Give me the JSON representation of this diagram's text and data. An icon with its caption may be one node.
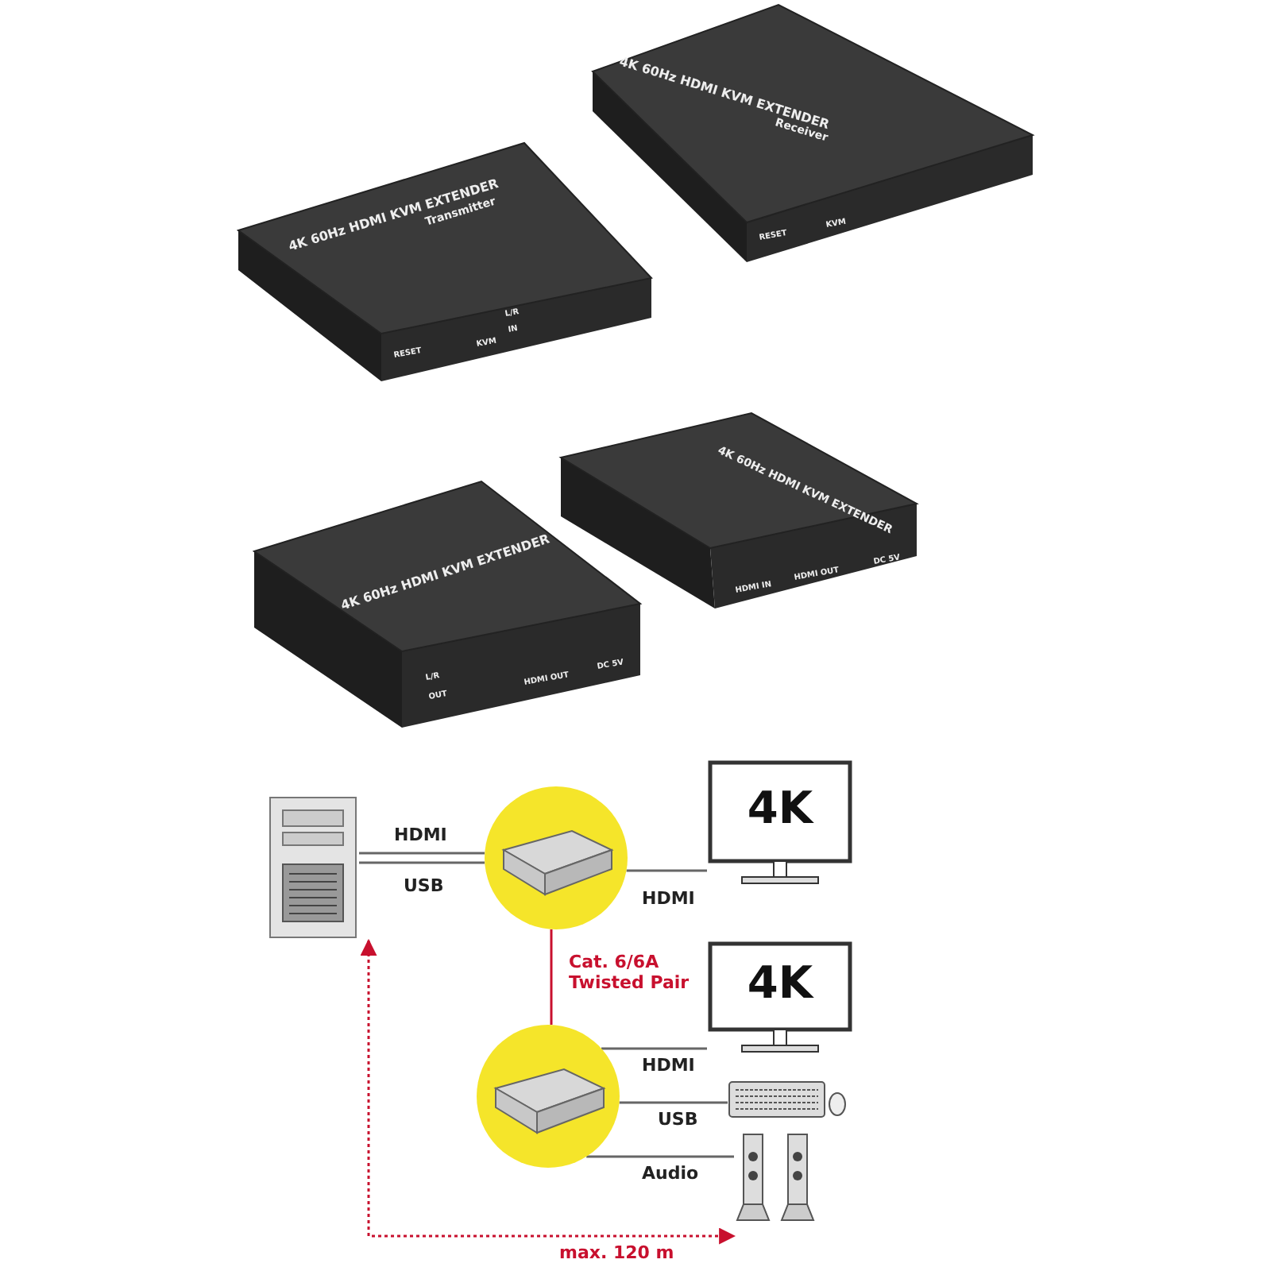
{
  "diagram": {
    "nodes": [
      {
        "text": [],
        "shape": "picture"
      },
      {
        "text": [],
        "shape": "picture"
      },
      {
        "text": [
          "4K"
        ]
      },
      {
        "text": [],
        "shape": "picture"
      },
      {
        "text": [
          "4K"
        ]
      },
      {
        "text": [],
        "shape": "picture"
      },
      {
        "text": [],
        "shape": "picture"
      }
    ],
    "edges": [
      {
        "from": 0,
        "to": 1,
        "arrow": "none",
        "label": "HDMI"
      },
      {
        "from": 0,
        "to": 1,
        "arrow": "none",
        "label": "USB"
      },
      {
        "from": 1,
        "to": 2,
        "arrow": "none",
        "label": "HDMI"
      },
      {
        "from": 1,
        "to": 3,
        "arrow": "none",
        "label": "Cat. 6/6A Twisted Pair",
        "color": "#c8102e"
      },
      {
        "from": 3,
        "to": 4,
        "arrow": "none",
        "label": "HDMI"
      },
      {
        "from": 3,
        "to": 5,
        "arrow": "none",
        "label": "USB"
      },
      {
        "from": 3,
        "to": 6,
        "arrow": "none",
        "label": "Audio"
      },
      {
        "from": 0,
        "to": 6,
        "arrow": "both",
        "label": "max. 120 m",
        "style": "dashed",
        "color": "#c8102e"
      }
    ],
    "labels": [
      "4K 60Hz HDMI KVM EXTENDER",
      "Transmitter",
      "RESET",
      "KVM",
      "L/R",
      "IN",
      "4K 60Hz HDMI KVM EXTENDER",
      "Receiver",
      "RESET",
      "KVM",
      "4K 60Hz HDMI KVM EXTENDER",
      "L/R",
      "OUT",
      "HDMI OUT",
      "DC 5V",
      "4K 60Hz HDMI KVM EXTENDER",
      "HDMI IN",
      "HDMI OUT",
      "DC 5V"
    ]
  }
}
